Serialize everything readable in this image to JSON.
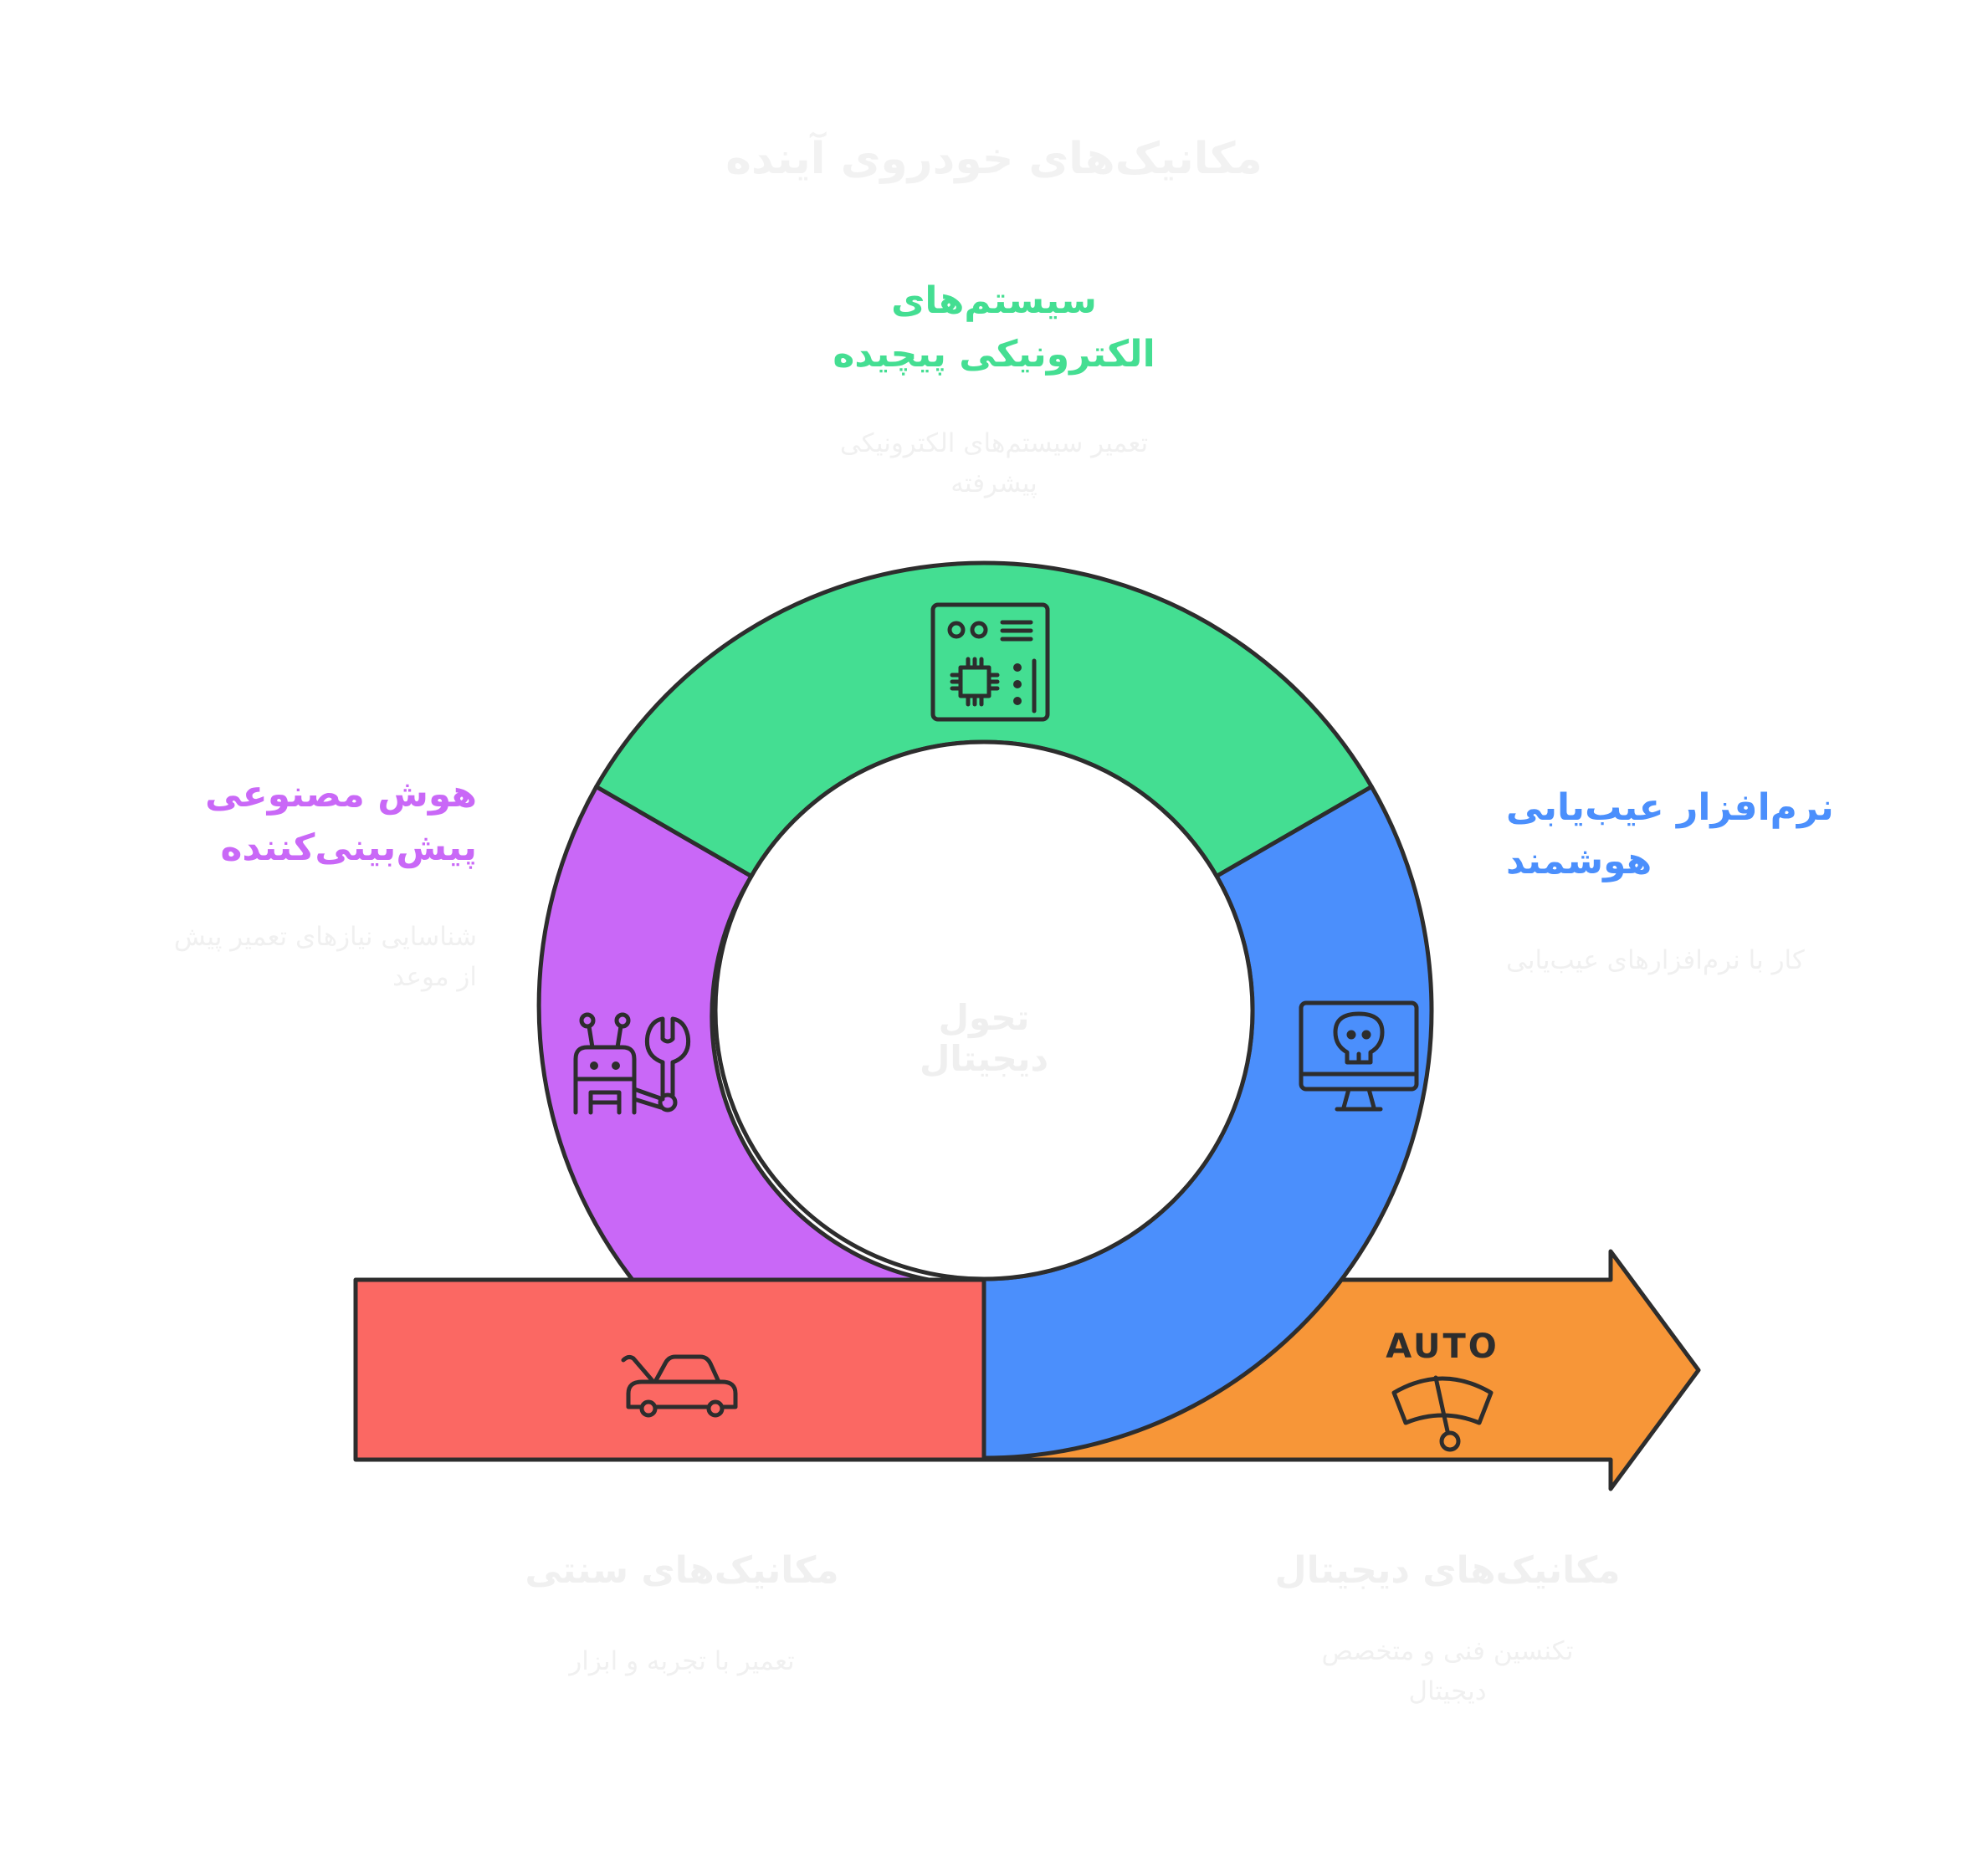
{
  "title": "مکانیک‌های خودروی آینده",
  "center_label": "تحول دیجیتال",
  "colors": {
    "green": "#44DE92",
    "purple": "#C968F7",
    "blue": "#4B8FFC",
    "red": "#FB6863",
    "orange": "#F79638",
    "stroke": "#2D2D2D",
    "faint_text": "#F0F0F0"
  },
  "segments": [
    {
      "id": "electronics",
      "heading": "سیستم‌های الکترونیکی پیچیده",
      "heading_line1": "سیستم‌های",
      "heading_line2": "الکترونیکی پیچیده",
      "description_line1": "تعمیر سیستم‌های الکترونیکی",
      "description_line2": "پیشرفته",
      "icon": "circuit-board-icon",
      "color": "#44DE92"
    },
    {
      "id": "ai",
      "heading_line1": "هوش مصنوعی",
      "heading_line2": "پیش‌بینی‌کننده",
      "description_line1": "شناسایی نیازهای تعمیر پیش",
      "description_line2": "از موعد",
      "icon": "robot-wrench-icon",
      "color": "#C968F7"
    },
    {
      "id": "diagnostics",
      "heading_line1": "نرم‌افزار عیب‌یابی",
      "heading_line2": "هوشمند",
      "description_line1": "کار با نرم‌افزارهای عیب‌یابی",
      "icon": "monitor-skull-icon",
      "color": "#4B8FFC"
    }
  ],
  "stages": [
    {
      "id": "traditional",
      "heading": "مکانیک‌های سنتی",
      "description": "تعمیر با تجربه و ابزار",
      "icon": "car-open-hood-icon",
      "color": "#FB6863"
    },
    {
      "id": "digital",
      "heading": "مکانیک‌های دیجیتال",
      "description_line1": "تکنسین فنی و متخصص",
      "description_line2": "دیجیتال",
      "icon": "auto-wiper-icon",
      "icon_text": "AUTO",
      "color": "#F79638"
    }
  ]
}
